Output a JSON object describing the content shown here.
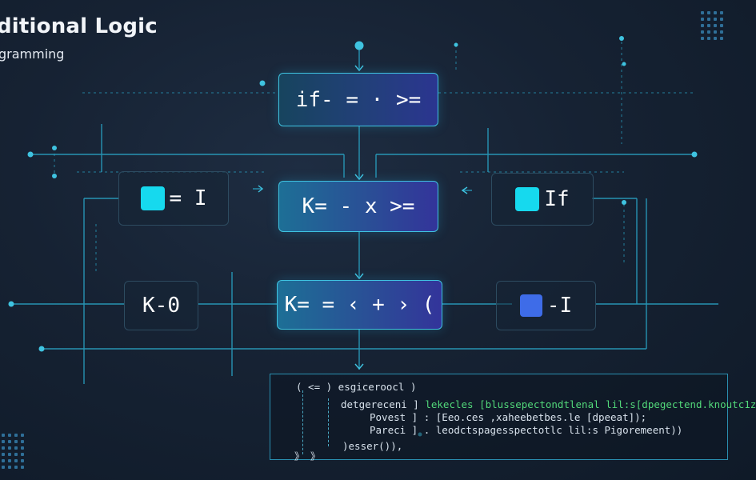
{
  "header": {
    "title": "ditional Logic",
    "subtitle": "gramming"
  },
  "nodes": {
    "top": "if- = · >=",
    "middle": "K= - x >=",
    "bottom": "K= = ‹ + › (",
    "left_upper": "= I",
    "right_upper": "If",
    "left_lower": "K-0",
    "right_lower": "-I"
  },
  "code": {
    "line1": "( <= ) esgiceroocl )",
    "line2a": "detgereceni ] ",
    "line2b": "lekecles",
    "line2c": " [blussepectondtlenal lil:s[dpegectend.knoutc1z",
    "line3": "Povest ] : [Eeo.ces ,xaheebetbes.le [dpeeat]);",
    "line4": "Pareci ] . leodctspagesspectotlc lil:s Pigoremeent))",
    "line5": ")esser()),",
    "line6": "》 》"
  },
  "colors": {
    "accent": "#3fc3e0",
    "swatch_cyan": "#16d9ee",
    "swatch_blue": "#3e6ce8",
    "code_green": "#52d87a"
  }
}
